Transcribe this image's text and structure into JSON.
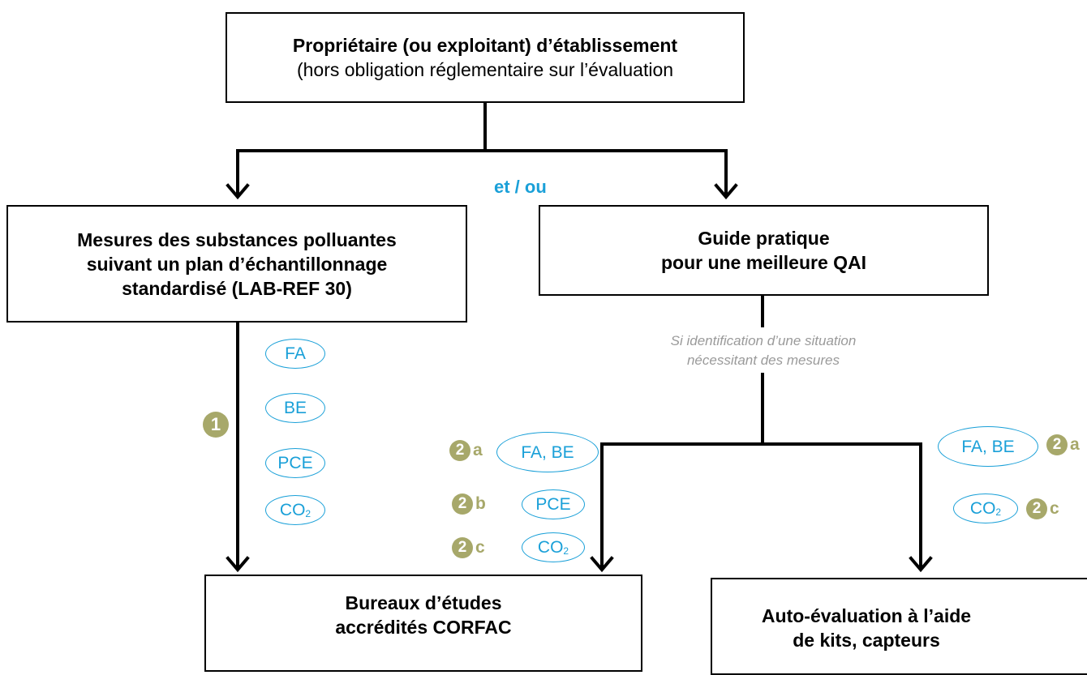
{
  "top_box": {
    "title": "Propriétaire (ou exploitant) d’établissement",
    "subtitle": "(hors obligation réglementaire sur l’évaluation"
  },
  "connector_label": "et / ou",
  "left_box": {
    "lines": [
      "Mesures des substances polluantes",
      "suivant un plan d’échantillonnage",
      "standardisé (LAB-REF 30)"
    ]
  },
  "right_box": {
    "lines": [
      "Guide pratique",
      "pour une meilleure QAI"
    ]
  },
  "condition_note": {
    "lines": [
      "Si identification d’une situation",
      "nécessitant des mesures"
    ]
  },
  "bottom_left_box": {
    "lines": [
      "Bureaux d’études",
      "accrédités CORFAC"
    ]
  },
  "bottom_right_box": {
    "lines": [
      "Auto-évaluation à l’aide",
      "de kits, capteurs"
    ]
  },
  "left_path": {
    "pills": [
      "FA",
      "BE",
      "PCE",
      "CO"
    ],
    "co2_subscript": "2",
    "badge": "1"
  },
  "middle_path": {
    "pills": [
      "FA, BE",
      "PCE",
      "CO"
    ],
    "co2_subscript": "2",
    "badges": [
      {
        "num": "2",
        "letter": "a"
      },
      {
        "num": "2",
        "letter": "b"
      },
      {
        "num": "2",
        "letter": "c"
      }
    ]
  },
  "right_path": {
    "pills": [
      "FA, BE",
      "CO"
    ],
    "co2_subscript": "2",
    "badges": [
      {
        "num": "2",
        "letter": "a"
      },
      {
        "num": "2",
        "letter": "c"
      }
    ]
  },
  "colors": {
    "accent_blue": "#1aa0d8",
    "badge_olive": "#a7a86a",
    "note_gray": "#9a9a9a",
    "line": "#000000"
  }
}
